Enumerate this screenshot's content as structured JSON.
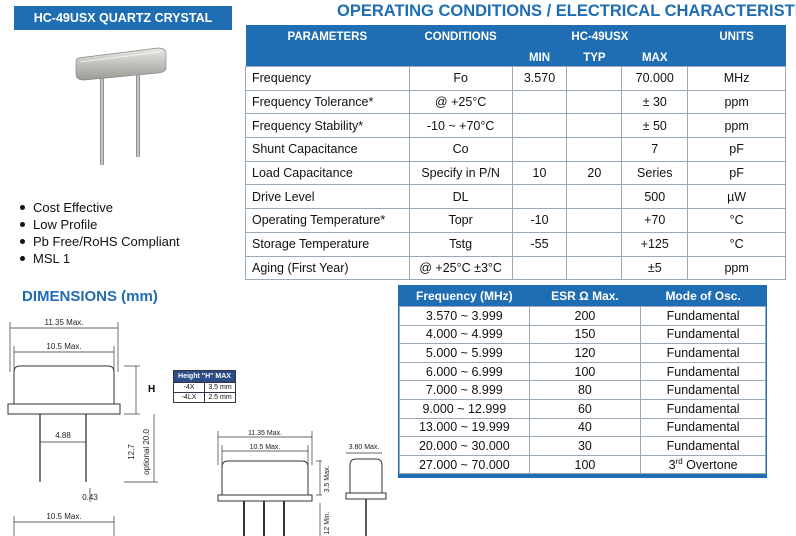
{
  "product_title": "HC-49USX QUARTZ CRYSTAL",
  "main_title": "OPERATING CONDITIONS / ELECTRICAL CHARACTERISTICS",
  "features": [
    "Cost Effective",
    "Low Profile",
    "Pb Free/RoHS Compliant",
    "MSL 1"
  ],
  "dimensions_title": "DIMENSIONS (mm)",
  "electrical_table": {
    "headers": {
      "parameters": "PARAMETERS",
      "conditions": "CONDITIONS",
      "part": "HC-49USX",
      "units": "UNITS",
      "min": "MIN",
      "typ": "TYP",
      "max": "MAX"
    },
    "rows": [
      {
        "param": "Frequency",
        "cond": "Fo",
        "min": "3.570",
        "typ": "",
        "max": "70.000",
        "unit": "MHz"
      },
      {
        "param": "Frequency Tolerance*",
        "cond": "@ +25°C",
        "min": "",
        "typ": "",
        "max": "± 30",
        "unit": "ppm"
      },
      {
        "param": "Frequency Stability*",
        "cond": "-10 ~ +70°C",
        "min": "",
        "typ": "",
        "max": "± 50",
        "unit": "ppm"
      },
      {
        "param": "Shunt Capacitance",
        "cond": "Co",
        "min": "",
        "typ": "",
        "max": "7",
        "unit": "pF"
      },
      {
        "param": "Load Capacitance",
        "cond": "Specify in P/N",
        "min": "10",
        "typ": "20",
        "max": "Series",
        "unit": "pF"
      },
      {
        "param": "Drive Level",
        "cond": "DL",
        "min": "",
        "typ": "",
        "max": "500",
        "unit": "µW"
      },
      {
        "param": "Operating Temperature*",
        "cond": "Topr",
        "min": "-10",
        "typ": "",
        "max": "+70",
        "unit": "°C"
      },
      {
        "param": "Storage Temperature",
        "cond": "Tstg",
        "min": "-55",
        "typ": "",
        "max": "+125",
        "unit": "°C"
      },
      {
        "param": "Aging (First Year)",
        "cond": "@ +25°C ±3°C",
        "min": "",
        "typ": "",
        "max": "±5",
        "unit": "ppm"
      }
    ]
  },
  "esr_table": {
    "headers": {
      "freq": "Frequency (MHz)",
      "esr": "ESR Ω Max.",
      "mode": "Mode of Osc."
    },
    "rows": [
      {
        "freq": "3.570 ~ 3.999",
        "esr": "200",
        "mode": "Fundamental"
      },
      {
        "freq": "4.000 ~ 4.999",
        "esr": "150",
        "mode": "Fundamental"
      },
      {
        "freq": "5.000 ~ 5.999",
        "esr": "120",
        "mode": "Fundamental"
      },
      {
        "freq": "6.000 ~ 6.999",
        "esr": "100",
        "mode": "Fundamental"
      },
      {
        "freq": "7.000 ~ 8.999",
        "esr": "80",
        "mode": "Fundamental"
      },
      {
        "freq": "9.000 ~ 12.999",
        "esr": "60",
        "mode": "Fundamental"
      },
      {
        "freq": "13.000 ~ 19.999",
        "esr": "40",
        "mode": "Fundamental"
      },
      {
        "freq": "20.000 ~ 30.000",
        "esr": "30",
        "mode": "Fundamental"
      },
      {
        "freq": "27.000 ~ 70.000",
        "esr": "100",
        "mode_num": "3",
        "mode_sup": "rd",
        "mode_rest": " Overtone"
      }
    ]
  },
  "height_box": {
    "title": "Height \"H\" MAX",
    "rows": [
      [
        "-4X",
        "3.5 mm"
      ],
      [
        "-4LX",
        "2.5 mm"
      ]
    ]
  },
  "drawing_labels": {
    "w1": "11.35 Max.",
    "w2": "10.5 Max.",
    "h": "H",
    "pitch": "4.88",
    "lead_len": "12.7",
    "lead_opt": "optional 20.0",
    "lead_dia": "0.43",
    "w_bottom": "10.5 Max.",
    "s_w1": "11.35 Max.",
    "s_w2": "10.5 Max.",
    "s_h": "3.5 Max.",
    "s_side": "3.80 Max.",
    "s_lead": "12 Min."
  },
  "colors": {
    "brand_blue": "#1f6db3"
  }
}
